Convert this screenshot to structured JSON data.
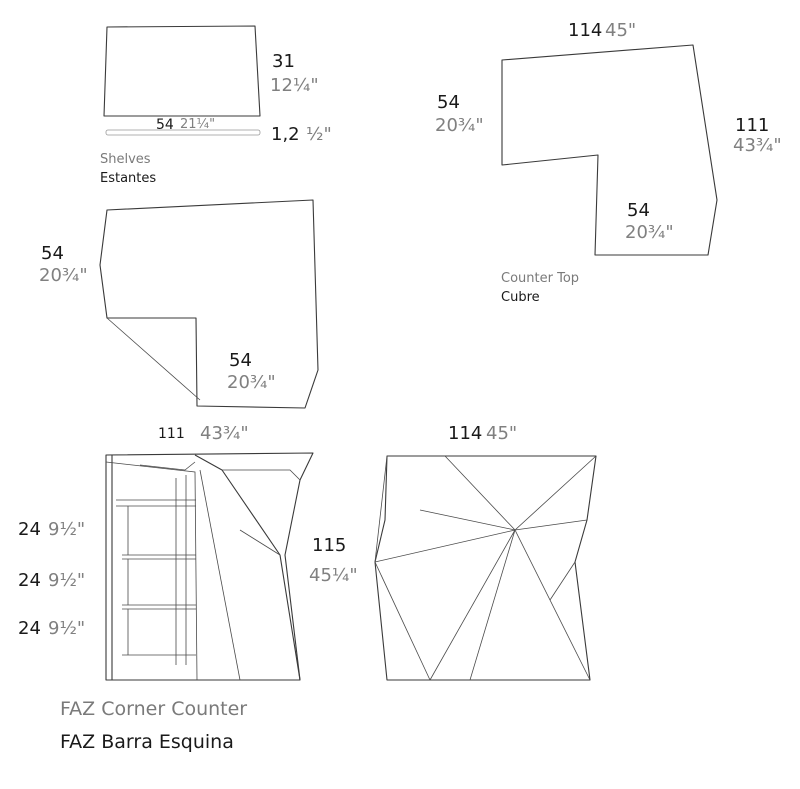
{
  "shelves": {
    "caption_en": "Shelves",
    "caption_es": "Estantes",
    "height_cm": "31",
    "height_in": "12¼\"",
    "width_cm": "54",
    "width_in": "21¼\"",
    "thickness_cm": "1,2",
    "thickness_in": "½\""
  },
  "counter_top": {
    "caption_en": "Counter Top",
    "caption_es": "Cubre",
    "top_width_cm": "114",
    "top_width_in": "45\"",
    "left_depth_cm": "54",
    "left_depth_in": "20¾\"",
    "right_height_cm": "111",
    "right_height_in": "43¾\"",
    "inner_depth_cm": "54",
    "inner_depth_in": "20¾\""
  },
  "base_plan": {
    "left_depth_cm": "54",
    "left_depth_in": "20¾\"",
    "inner_depth_cm": "54",
    "inner_depth_in": "20¾\""
  },
  "front_view": {
    "width_cm": "111",
    "width_in": "43¾\"",
    "height_cm": "115",
    "height_in": "45¼\"",
    "shelf_spacings": [
      {
        "cm": "24",
        "in": "9½\""
      },
      {
        "cm": "24",
        "in": "9½\""
      },
      {
        "cm": "24",
        "in": "9½\""
      }
    ]
  },
  "side_view": {
    "width_cm": "114",
    "width_in": "45\""
  },
  "product": {
    "name_en": "FAZ Corner Counter",
    "name_es": "FAZ Barra Esquina"
  }
}
